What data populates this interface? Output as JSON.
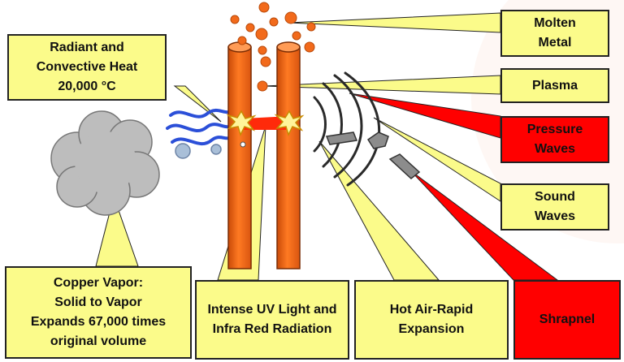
{
  "labels": {
    "radiant_heat": "Radiant and\nConvective Heat\n20,000 °C",
    "molten_metal": "Molten\nMetal",
    "plasma": "Plasma",
    "pressure_waves": "Pressure\nWaves",
    "sound_waves": "Sound\nWaves",
    "shrapnel": "Shrapnel",
    "copper_vapor": "Copper Vapor:\nSolid to Vapor\nExpands 67,000 times\noriginal volume",
    "uv_light": "Intense UV Light and\nInfra Red Radiation",
    "hot_air": "Hot Air-Rapid\nExpansion"
  },
  "colors": {
    "label_yellow": "#fbfb8a",
    "label_red": "#ff0000",
    "conductor_orange": "#ff6a14",
    "heat_wave_blue": "#2b4fd8",
    "smoke_gray": "#bdbdbd",
    "shrapnel_gray": "#8c8c8c"
  }
}
